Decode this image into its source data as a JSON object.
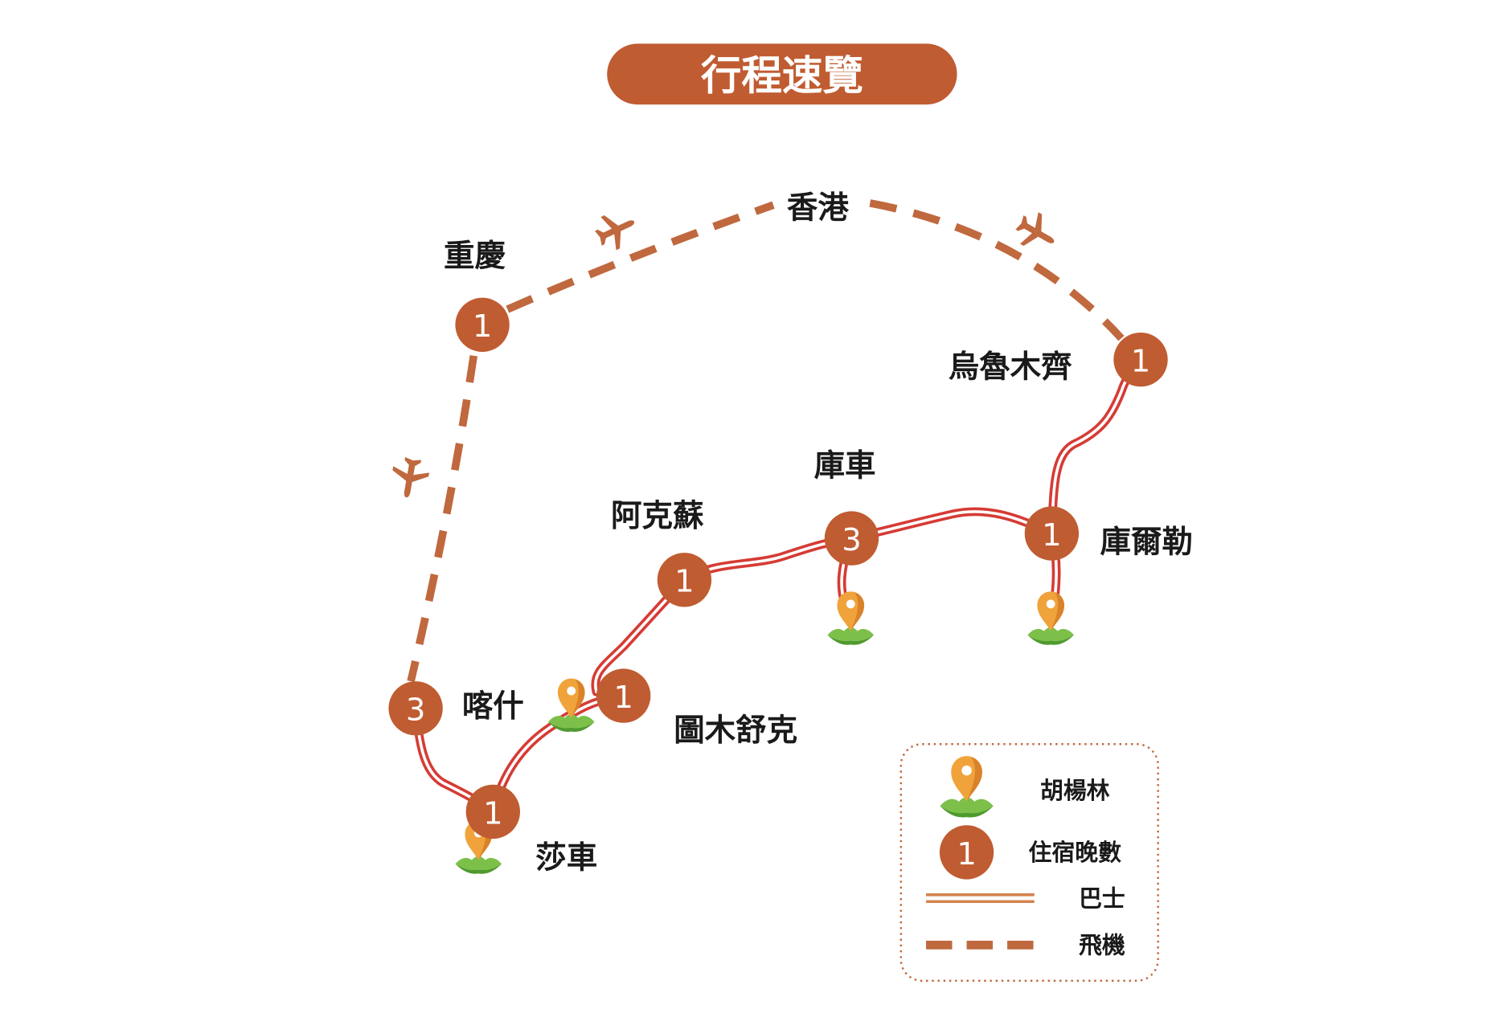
{
  "title": "行程速覽",
  "stops": [
    {
      "name": "重慶",
      "nights": 1
    },
    {
      "name": "香港"
    },
    {
      "name": "烏魯木齊",
      "nights": 1
    },
    {
      "name": "庫車",
      "nights": 3
    },
    {
      "name": "阿克蘇",
      "nights": 1
    },
    {
      "name": "庫爾勒",
      "nights": 1
    },
    {
      "name": "喀什",
      "nights": 3
    },
    {
      "name": "圖木舒克",
      "nights": 1
    },
    {
      "name": "莎車",
      "nights": 1
    }
  ],
  "legend": {
    "poplar_forest": "胡楊林",
    "nights_sample": "1",
    "nights_label": "住宿晚數",
    "bus": "巴士",
    "flight": "飛機"
  },
  "icons": {
    "pin": "location-pin-icon",
    "plane": "airplane-icon"
  },
  "colors": {
    "accent": "#c05c31",
    "bus_route": "#d63b35",
    "legend_bus": "#d4834e",
    "flight": "#c0683e",
    "pin": "#f0a33a",
    "grass": "#7cc04a"
  }
}
